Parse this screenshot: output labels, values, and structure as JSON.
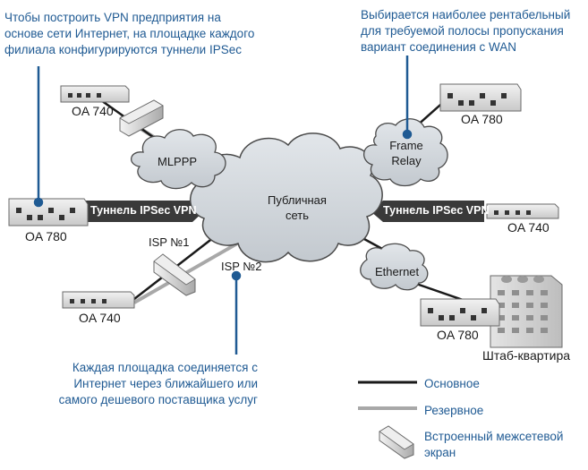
{
  "notes": {
    "top_left": [
      "Чтобы построить VPN предприятия на",
      "основе сети Интернет, на площадке каждого",
      "филиала конфигурируются туннели IPSec"
    ],
    "top_right": [
      "Выбирается наиболее рентабельный",
      "для требуемой полосы пропускания",
      "вариант соединения с WAN"
    ],
    "bottom": [
      "Каждая площадка соединяется с",
      "Интернет через ближайшего или",
      "самого дешевого поставщика услуг"
    ]
  },
  "devices": {
    "top_left": "OA 740",
    "mid_left": "OA 780",
    "bottom_left": "OA 740",
    "top_right": "OA 780",
    "mid_right": "OA 740",
    "bottom_right": "OA 780"
  },
  "clouds": {
    "mlppp": "MLPPP",
    "public": [
      "Публичная",
      "сеть"
    ],
    "frame_relay": [
      "Frame",
      "Relay"
    ],
    "ethernet": "Ethernet"
  },
  "tunnels": {
    "left": "Туннель IPSec VPN",
    "right": "Туннель IPSec VPN"
  },
  "isp": {
    "isp1": "ISP №1",
    "isp2": "ISP №2"
  },
  "hq_label": "Штаб-квартира",
  "legend": {
    "primary": "Основное",
    "backup": "Резервное",
    "firewall": [
      "Встроенный межсетевой",
      "экран"
    ]
  },
  "colors": {
    "annotation": "#1f5a93",
    "primary_line": "#1a1a1a",
    "backup_line": "#a8a8a8",
    "cloud_fill": "#d4d9de",
    "tunnel_band": "#3a3a3a"
  }
}
